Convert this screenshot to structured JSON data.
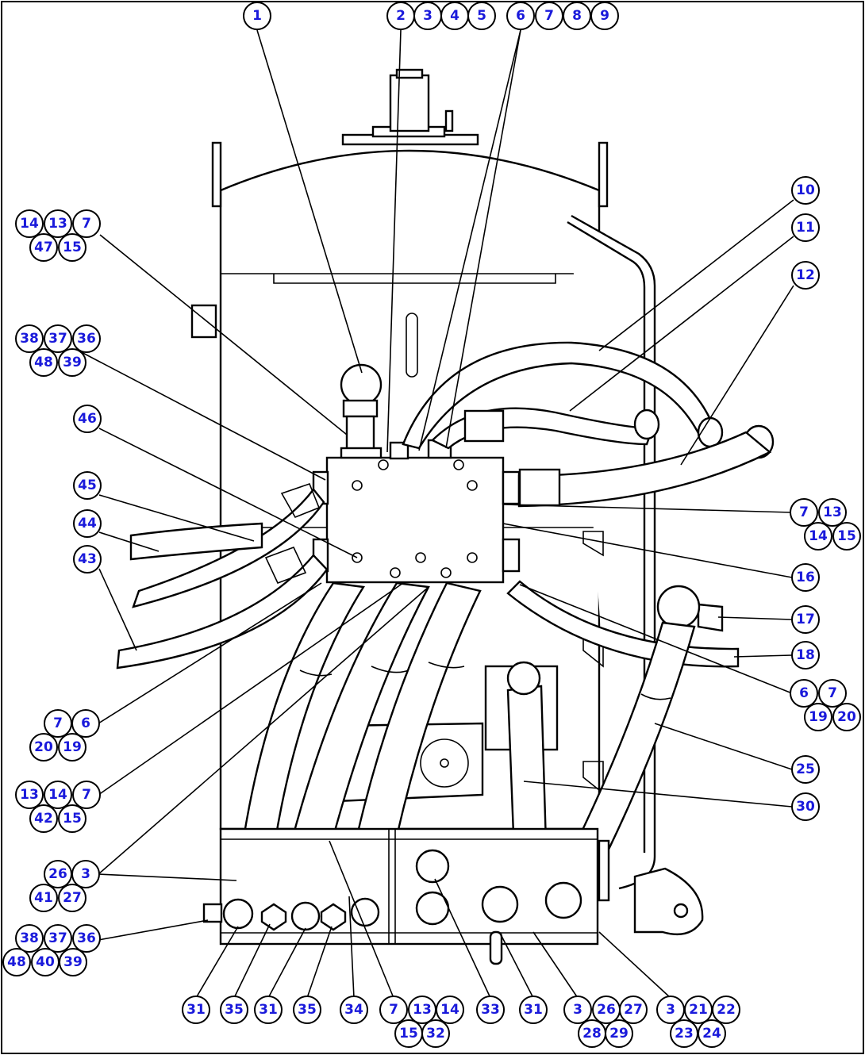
{
  "callouts": [
    {
      "labels": [
        "1"
      ]
    },
    {
      "labels": [
        "2",
        "3",
        "4",
        "5"
      ]
    },
    {
      "labels": [
        "6",
        "7",
        "8",
        "9"
      ]
    },
    {
      "labels": [
        "10"
      ]
    },
    {
      "labels": [
        "11"
      ]
    },
    {
      "labels": [
        "12"
      ]
    },
    {
      "labels": [
        "14",
        "13",
        "7",
        "47",
        "15"
      ]
    },
    {
      "labels": [
        "38",
        "37",
        "36",
        "48",
        "39"
      ]
    },
    {
      "labels": [
        "46"
      ]
    },
    {
      "labels": [
        "45"
      ]
    },
    {
      "labels": [
        "44"
      ]
    },
    {
      "labels": [
        "43"
      ]
    },
    {
      "labels": [
        "7",
        "13",
        "14",
        "15"
      ]
    },
    {
      "labels": [
        "16"
      ]
    },
    {
      "labels": [
        "17"
      ]
    },
    {
      "labels": [
        "18"
      ]
    },
    {
      "labels": [
        "6",
        "7",
        "19",
        "20"
      ]
    },
    {
      "labels": [
        "25"
      ]
    },
    {
      "labels": [
        "30"
      ]
    },
    {
      "labels": [
        "7",
        "6",
        "20",
        "19"
      ]
    },
    {
      "labels": [
        "13",
        "14",
        "7",
        "42",
        "15"
      ]
    },
    {
      "labels": [
        "26",
        "3",
        "41",
        "27"
      ]
    },
    {
      "labels": [
        "38",
        "37",
        "36",
        "48",
        "40",
        "39"
      ]
    },
    {
      "labels": [
        "31"
      ]
    },
    {
      "labels": [
        "35"
      ]
    },
    {
      "labels": [
        "31"
      ]
    },
    {
      "labels": [
        "35"
      ]
    },
    {
      "labels": [
        "34"
      ]
    },
    {
      "labels": [
        "7",
        "13",
        "14",
        "15",
        "32"
      ]
    },
    {
      "labels": [
        "33"
      ]
    },
    {
      "labels": [
        "31"
      ]
    },
    {
      "labels": [
        "3",
        "26",
        "27",
        "28",
        "29"
      ]
    },
    {
      "labels": [
        "3",
        "21",
        "22",
        "23",
        "24"
      ]
    }
  ]
}
